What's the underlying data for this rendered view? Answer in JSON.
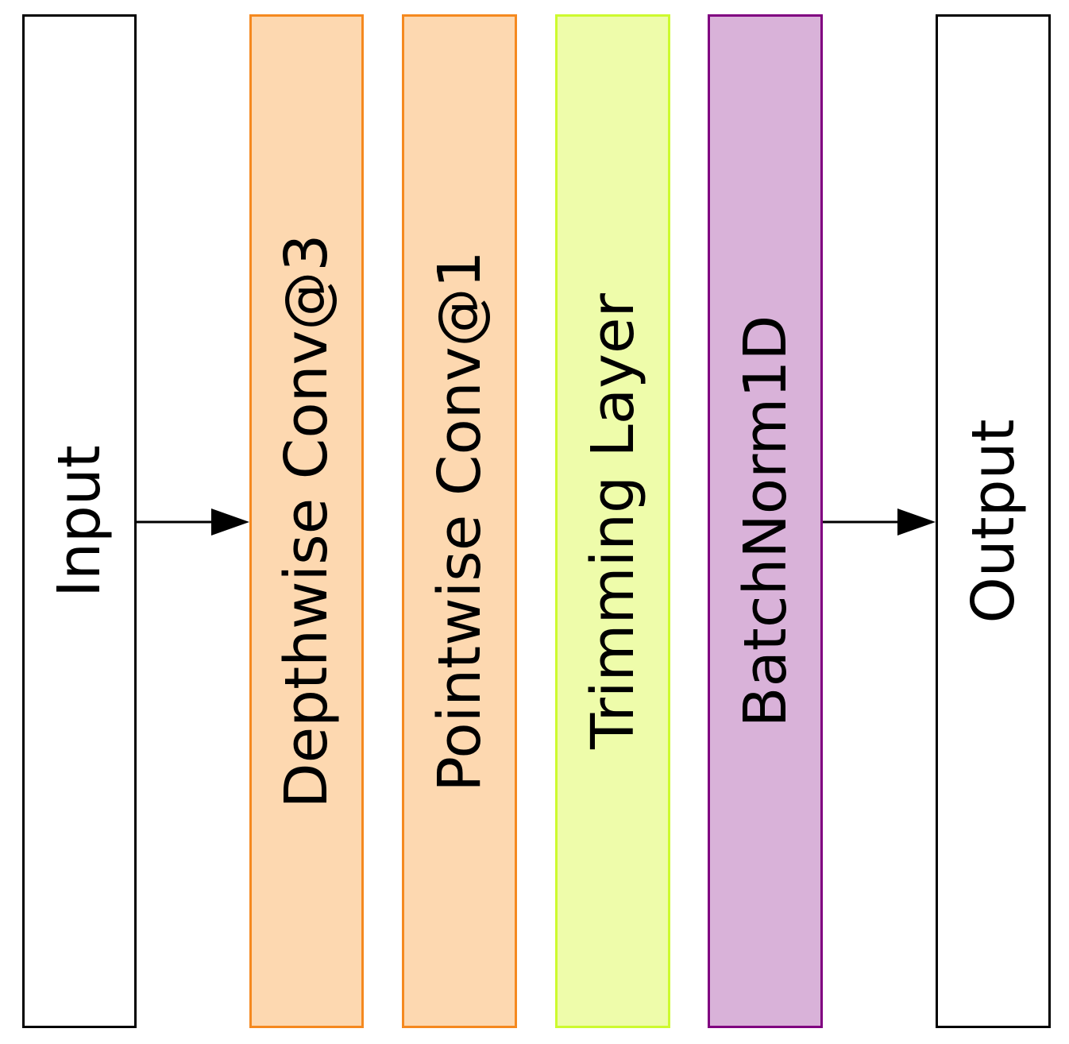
{
  "diagram": {
    "blocks": [
      {
        "id": "block-input",
        "label": "Input",
        "fill": "#ffffff",
        "stroke": "#000000"
      },
      {
        "id": "block-dw",
        "label": "Depthwise Conv@3",
        "fill": "#fdd8b0",
        "stroke": "#f5891f"
      },
      {
        "id": "block-pw",
        "label": "Pointwise Conv@1",
        "fill": "#fdd8b0",
        "stroke": "#f5891f"
      },
      {
        "id": "block-trim",
        "label": "Trimming Layer",
        "fill": "#eefcaa",
        "stroke": "#cdfa2e"
      },
      {
        "id": "block-bn",
        "label": "BatchNorm1D",
        "fill": "#d9b2d9",
        "stroke": "#800080"
      },
      {
        "id": "block-output",
        "label": "Output",
        "fill": "#ffffff",
        "stroke": "#000000"
      }
    ],
    "arrows": [
      {
        "from": "Input",
        "to": "Depthwise Conv@3",
        "color": "#000000"
      },
      {
        "from": "BatchNorm1D",
        "to": "Output",
        "color": "#000000"
      }
    ]
  }
}
